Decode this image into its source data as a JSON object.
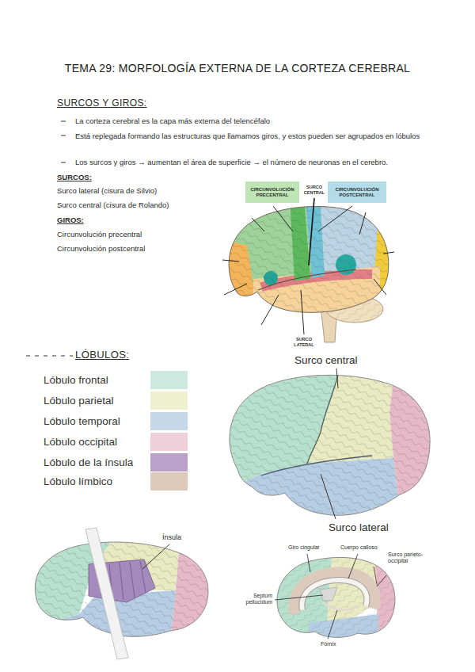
{
  "diagram": {
    "title": "TEMA 29: MORFOLOGÍA EXTERNA DE LA CORTEZA CEREBRAL",
    "nodes": [
      {
        "text": [
          "CIRCUNVOLUCIÓN PRECENTRAL"
        ]
      },
      {
        "text": [
          "CIRCUNVOLUCIÓN POSTCENTRAL"
        ]
      }
    ],
    "labels": [
      "SURCOS Y GIROS:",
      "La corteza cerebral es la capa más externa del telencéfalo",
      "Está replegada formando las estructuras que llamamos giros, y estos pueden ser agrupados en lóbulos",
      "Los surcos y giros → aumentan el área de superficie → el número de neuronas en el cerebro.",
      "SURCOS:",
      "Surco lateral (cisura de Silvio)",
      "Surco central (cisura de Rolando)",
      "GIROS:",
      "Circunvolución precentral",
      "Circunvolución postcentral",
      "SURCO CENTRAL",
      "SURCO LATERAL",
      "LÓBULOS:",
      "Surco central",
      "Surco lateral",
      "Ínsula",
      "Giro cingular",
      "Cuerpo calloso",
      "Surco parieto-occipital",
      "Septum pellucidum",
      "Fórnix"
    ],
    "legend": [
      {
        "text": "Lóbulo frontal",
        "color": "#cde8dc"
      },
      {
        "text": "Lóbulo parietal",
        "color": "#eef0cf"
      },
      {
        "text": "Lóbulo temporal",
        "color": "#c6d7e7"
      },
      {
        "text": "Lóbulo occipital",
        "color": "#efd0d8"
      },
      {
        "text": "Lóbulo de la ínsula",
        "color": "#b9a1c9"
      },
      {
        "text": "Lóbulo límbico",
        "color": "#dccabd"
      }
    ]
  }
}
